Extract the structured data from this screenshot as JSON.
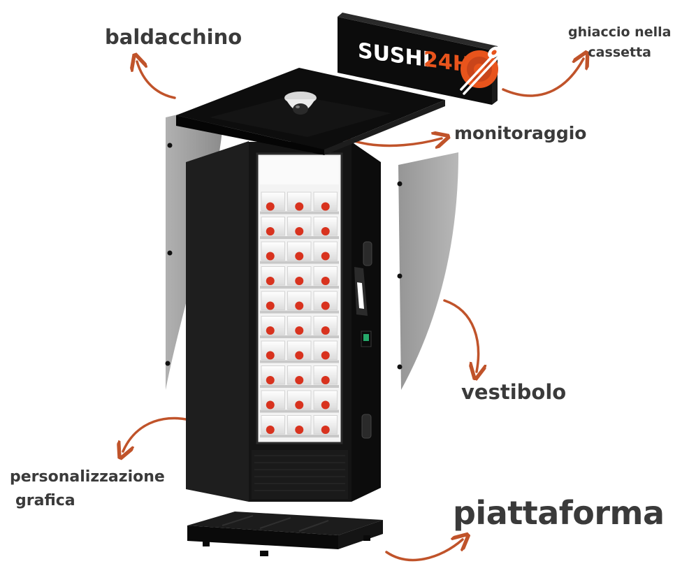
{
  "brand": {
    "name_white": "SUSHI",
    "name_orange": "24H",
    "colors": {
      "orange": "#e8541c",
      "black": "#111111",
      "white": "#ffffff"
    },
    "icon": "sushi-chopsticks-icon"
  },
  "labels": {
    "baldacchino": "baldacchino",
    "ghiaccio_line1": "ghiaccio nella",
    "ghiaccio_line2": "cassetta",
    "monitoraggio": "monitoraggio",
    "vestibolo": "vestibolo",
    "personalizzazione_line1": "personalizzazione",
    "personalizzazione_line2": "grafica",
    "piattaforma": "piattaforma"
  },
  "colors": {
    "arrow": "#c0532a",
    "label": "#3a3a3a",
    "machine": "#151515",
    "panel": "#9a9a9a"
  }
}
